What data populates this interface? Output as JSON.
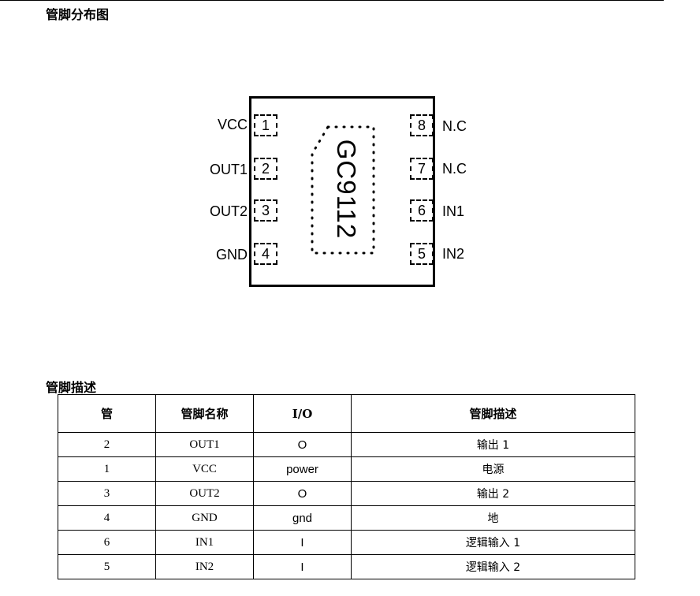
{
  "section1_title": "管脚分布图",
  "section2_title": "管脚描述",
  "chip": {
    "label": "GC9112",
    "left_pins": [
      {
        "number": "1",
        "name": "VCC"
      },
      {
        "number": "2",
        "name": "OUT1"
      },
      {
        "number": "3",
        "name": "OUT2"
      },
      {
        "number": "4",
        "name": "GND"
      }
    ],
    "right_pins": [
      {
        "number": "8",
        "name": "N.C"
      },
      {
        "number": "7",
        "name": "N.C"
      },
      {
        "number": "6",
        "name": "IN1"
      },
      {
        "number": "5",
        "name": "IN2"
      }
    ]
  },
  "table": {
    "headers": [
      "管",
      "管脚名称",
      "I/O",
      "管脚描述"
    ],
    "rows": [
      [
        "2",
        "OUT1",
        "O",
        "输出 1"
      ],
      [
        "1",
        "VCC",
        "power",
        "电源"
      ],
      [
        "3",
        "OUT2",
        "O",
        "输出 2"
      ],
      [
        "4",
        "GND",
        "gnd",
        "地"
      ],
      [
        "6",
        "IN1",
        "I",
        "逻辑输入 1"
      ],
      [
        "5",
        "IN2",
        "I",
        "逻辑输入 2"
      ]
    ]
  }
}
